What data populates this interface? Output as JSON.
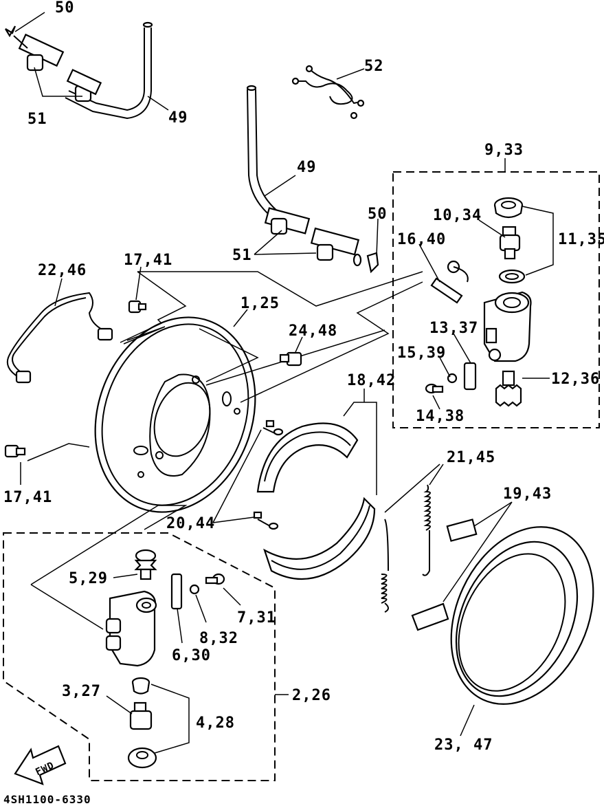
{
  "diagram_code": "4SH1100-6330",
  "fwd_label": "FWD",
  "callouts": {
    "c50a": "50",
    "c51a": "51",
    "c49a": "49",
    "c52": "52",
    "c49b": "49",
    "c933": "9,33",
    "c50b": "50",
    "c1034": "10,34",
    "c1135": "11,35",
    "c1640": "16,40",
    "c51b": "51",
    "c1741a": "17,41",
    "c2246": "22,46",
    "c125": "1,25",
    "c2448": "24,48",
    "c1337": "13,37",
    "c1539": "15,39",
    "c1236": "12,36",
    "c1438": "14,38",
    "c1842": "18,42",
    "c1741b": "17,41",
    "c2145": "21,45",
    "c1943": "19,43",
    "c2044": "20,44",
    "c529": "5,29",
    "c731": "7,31",
    "c832": "8,32",
    "c630": "6,30",
    "c327": "3,27",
    "c226": "2,26",
    "c428": "4,28",
    "c2347": "23, 47"
  }
}
